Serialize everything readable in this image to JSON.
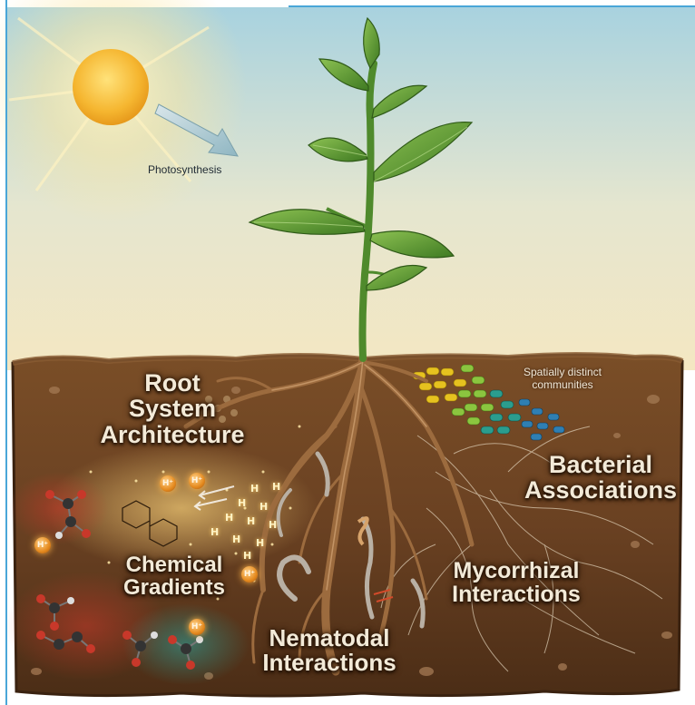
{
  "sky_label": "Photosynthesis",
  "labels": {
    "root_system": [
      "Root",
      "System",
      "Architecture"
    ],
    "chemical_gradients": [
      "Chemical",
      "Gradients"
    ],
    "nematodal": [
      "Nematodal",
      "Interactions"
    ],
    "mycorrhizal": [
      "Mycorrhizal",
      "Interactions"
    ],
    "bacterial": [
      "Bacterial",
      "Associations"
    ],
    "spatial_note": [
      "Spatially distinct",
      "communities"
    ]
  },
  "ions": [
    "H⁺",
    "H⁺",
    "H⁺",
    "H⁺",
    "H⁺"
  ],
  "h_marks": [
    "H",
    "H",
    "H",
    "H",
    "H",
    "H",
    "H",
    "H",
    "H",
    "H",
    "H"
  ],
  "colors": {
    "sky_top": "#a9d3e0",
    "sky_bottom": "#f2e9c8",
    "soil": "#6b4424",
    "soil_dark": "#3e2512",
    "leaf": "#5f9a36",
    "sun": "#f5b630",
    "border": "#4aa6d8"
  }
}
